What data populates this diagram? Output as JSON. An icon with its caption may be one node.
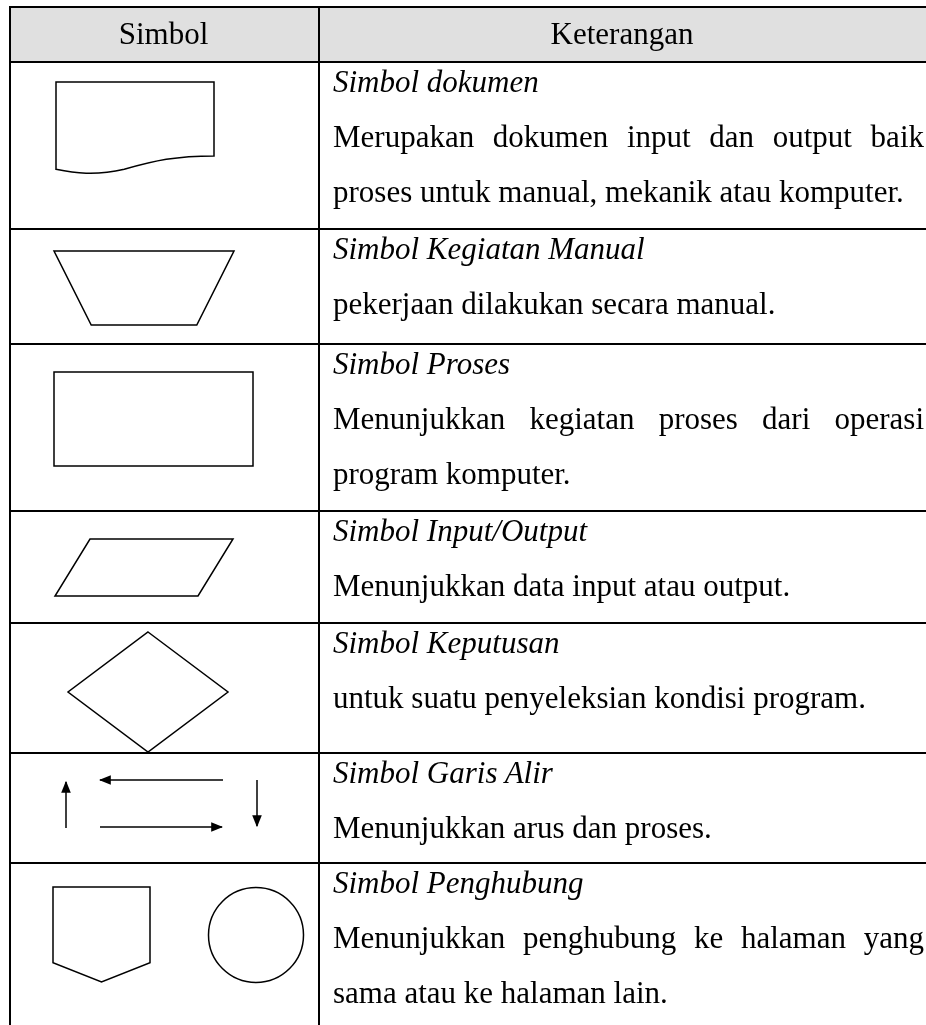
{
  "diagram": {
    "nodes": [
      {
        "text": [],
        "shape": "document"
      },
      {
        "text": [],
        "shape": "trapezoid"
      },
      {
        "text": [],
        "shape": "box"
      },
      {
        "text": [],
        "shape": "parallelogram"
      },
      {
        "text": [],
        "shape": "diamond"
      },
      {
        "text": [],
        "shape": "pentagon"
      },
      {
        "text": [],
        "shape": "circle"
      }
    ],
    "labels": [
      "Simbol",
      "Keterangan",
      "Simbol dokumen",
      "Merupakan dokumen input dan output baik proses untuk manual, mekanik atau komputer.",
      "Simbol Kegiatan Manual",
      "pekerjaan dilakukan secara manual.",
      "Simbol Proses",
      "Menunjukkan kegiatan proses dari operasi program komputer.",
      "Simbol Input/Output",
      "Menunjukkan data input atau output.",
      "Simbol Keputusan",
      "untuk suatu penyeleksian kondisi program.",
      "Simbol Garis Alir",
      "Menunjukkan arus dan proses.",
      "Simbol Penghubung",
      "Menunjukkan penghubung ke halaman yang sama atau ke halaman lain."
    ]
  }
}
